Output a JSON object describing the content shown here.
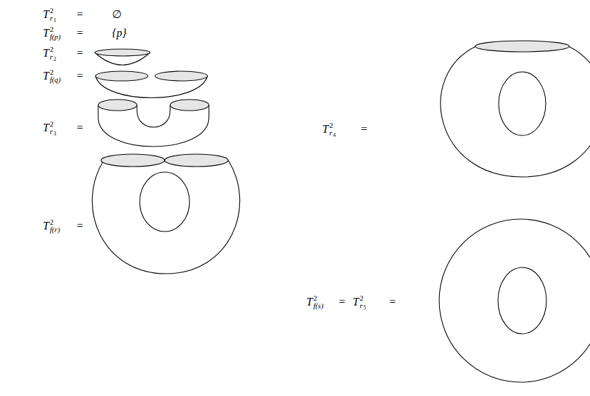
{
  "diagram": {
    "labels": [
      "T",
      "2",
      "r",
      "1",
      "=",
      "∅",
      "T",
      "2",
      "f(p)",
      "=",
      "{p}",
      "T",
      "2",
      "r",
      "2",
      "=",
      "T",
      "2",
      "f(q)",
      "=",
      "T",
      "2",
      "r",
      "3",
      "=",
      "T",
      "2",
      "f(r)",
      "=",
      "T",
      "2",
      "r",
      "4",
      "=",
      "T",
      "2",
      "f(s)",
      "=",
      "T",
      "2",
      "r",
      "5",
      "="
    ]
  }
}
